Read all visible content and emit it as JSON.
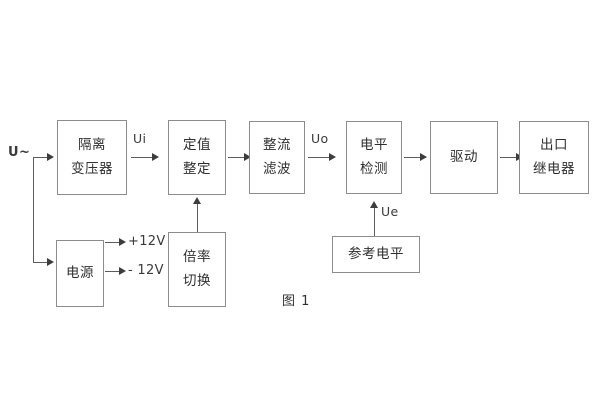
{
  "figure": {
    "caption": "图 1",
    "input_port": "U~",
    "blocks": {
      "isolation_transformer": {
        "line1": "隔离",
        "line2": "变压器"
      },
      "setting_value": {
        "line1": "定值",
        "line2": "整定"
      },
      "rectify_filter": {
        "line1": "整流",
        "line2": "滤波"
      },
      "level_detection": {
        "line1": "电平",
        "line2": "检测"
      },
      "driver": {
        "line1": "驱动"
      },
      "output_relay": {
        "line1": "出口",
        "line2": "继电器"
      },
      "power_supply": {
        "line1": "电源"
      },
      "ratio_switch": {
        "line1": "倍率",
        "line2": "切换"
      },
      "reference_level": {
        "line1": "参考电平"
      }
    },
    "signals": {
      "ui": "Ui",
      "uo": "Uo",
      "ue": "Ue"
    },
    "rails": {
      "positive": "+12V",
      "negative": "- 12V"
    },
    "colors": {
      "border": "#8c8c8c",
      "wire": "#5c5c5c",
      "text": "#2f2f2f",
      "background": "#ffffff"
    }
  }
}
